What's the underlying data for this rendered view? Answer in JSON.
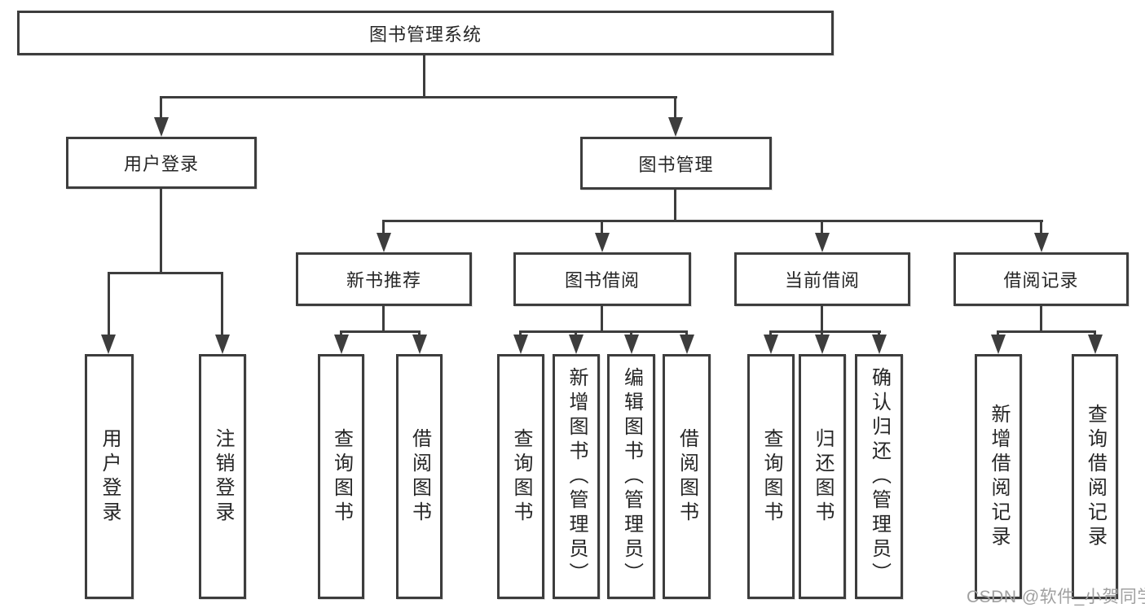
{
  "diagram": {
    "root": {
      "label": "图书管理系统"
    },
    "branches": [
      {
        "label": "用户登录",
        "children": [
          {
            "label": "用户登录"
          },
          {
            "label": "注销登录"
          }
        ]
      },
      {
        "label": "图书管理",
        "children": [
          {
            "label": "新书推荐",
            "children": [
              {
                "label": "查询图书"
              },
              {
                "label": "借阅图书"
              }
            ]
          },
          {
            "label": "图书借阅",
            "children": [
              {
                "label": "查询图书"
              },
              {
                "label": "新增图书（管理员）"
              },
              {
                "label": "编辑图书（管理员）"
              },
              {
                "label": "借阅图书"
              }
            ]
          },
          {
            "label": "当前借阅",
            "children": [
              {
                "label": "查询图书"
              },
              {
                "label": "归还图书"
              },
              {
                "label": "确认归还（管理员）"
              }
            ]
          },
          {
            "label": "借阅记录",
            "children": [
              {
                "label": "新增借阅记录"
              },
              {
                "label": "查询借阅记录"
              }
            ]
          }
        ]
      }
    ],
    "watermark": "CSDN @软件_小贺同学",
    "colors": {
      "line": "#3d3d3d",
      "text": "#262626",
      "background": "#ffffff",
      "watermark": "#a0a0a0"
    }
  }
}
